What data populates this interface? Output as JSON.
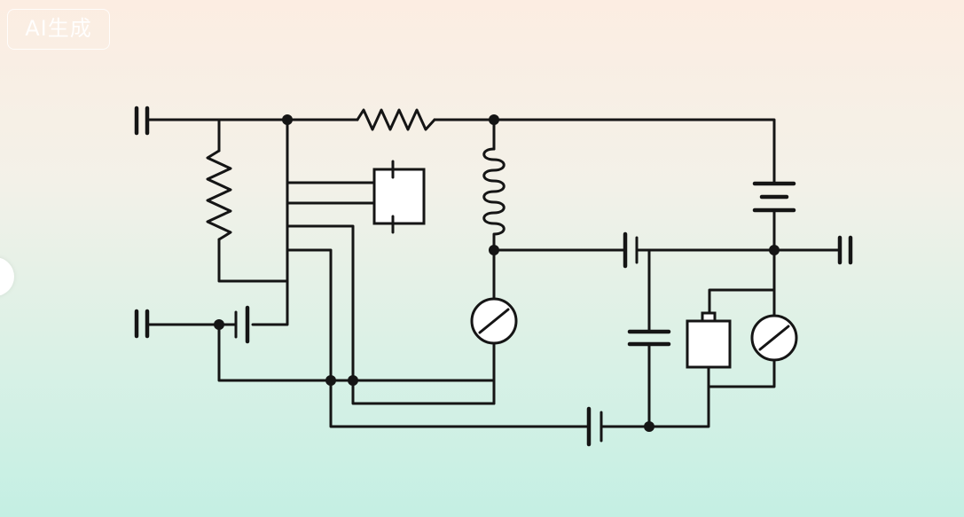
{
  "watermark": {
    "text": "AI生成"
  },
  "diagram": {
    "type": "electronic-circuit-schematic",
    "components": [
      "input-terminal-top",
      "input-terminal-bottom",
      "output-terminal-right",
      "resistor-top",
      "resistor-left",
      "inductor-coil",
      "battery-right",
      "battery-bottom-left",
      "capacitor-right",
      "capacitor-bottom",
      "capacitor-vertical",
      "switch-box",
      "relay-box",
      "meter-center",
      "meter-right"
    ],
    "stroke_color": "#151515",
    "background_top": "#fcede2",
    "background_bottom": "#c4efe3"
  }
}
